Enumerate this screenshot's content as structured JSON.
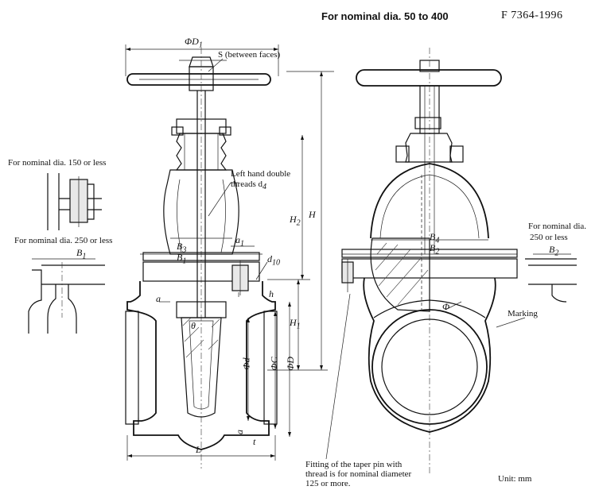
{
  "header": {
    "title": "For nominal dia. 50 to 400",
    "standard": "F 7364-1996"
  },
  "labels": {
    "dia150": "For nominal dia. 150 or less",
    "dia250_left": "For nominal dia. 250 or less",
    "dia250_right_1": "For nominal dia.",
    "dia250_right_2": "250 or less",
    "between_faces": "S (between faces)",
    "threads_1": "Left hand double",
    "threads_2": "threads d",
    "marking": "Marking",
    "footnote_1": "Fitting of the taper pin with",
    "footnote_2": "thread is for nominal diameter",
    "footnote_3": "125 or more.",
    "unit": "Unit:  mm"
  },
  "dimensions": {
    "D1": "ΦD",
    "H1": "H",
    "H": "H",
    "H2": "H",
    "B1": "B",
    "B2": "B",
    "B3": "B",
    "B4": "B",
    "B1_left": "B",
    "B2_right": "B",
    "a1": "a",
    "d10": "d",
    "a": "a",
    "a_bottom": "a",
    "h": "h",
    "theta": "θ",
    "d": "Φd",
    "C": "ΦC",
    "D": "ΦD",
    "L": "L",
    "t": "t",
    "phi": "Φ"
  }
}
